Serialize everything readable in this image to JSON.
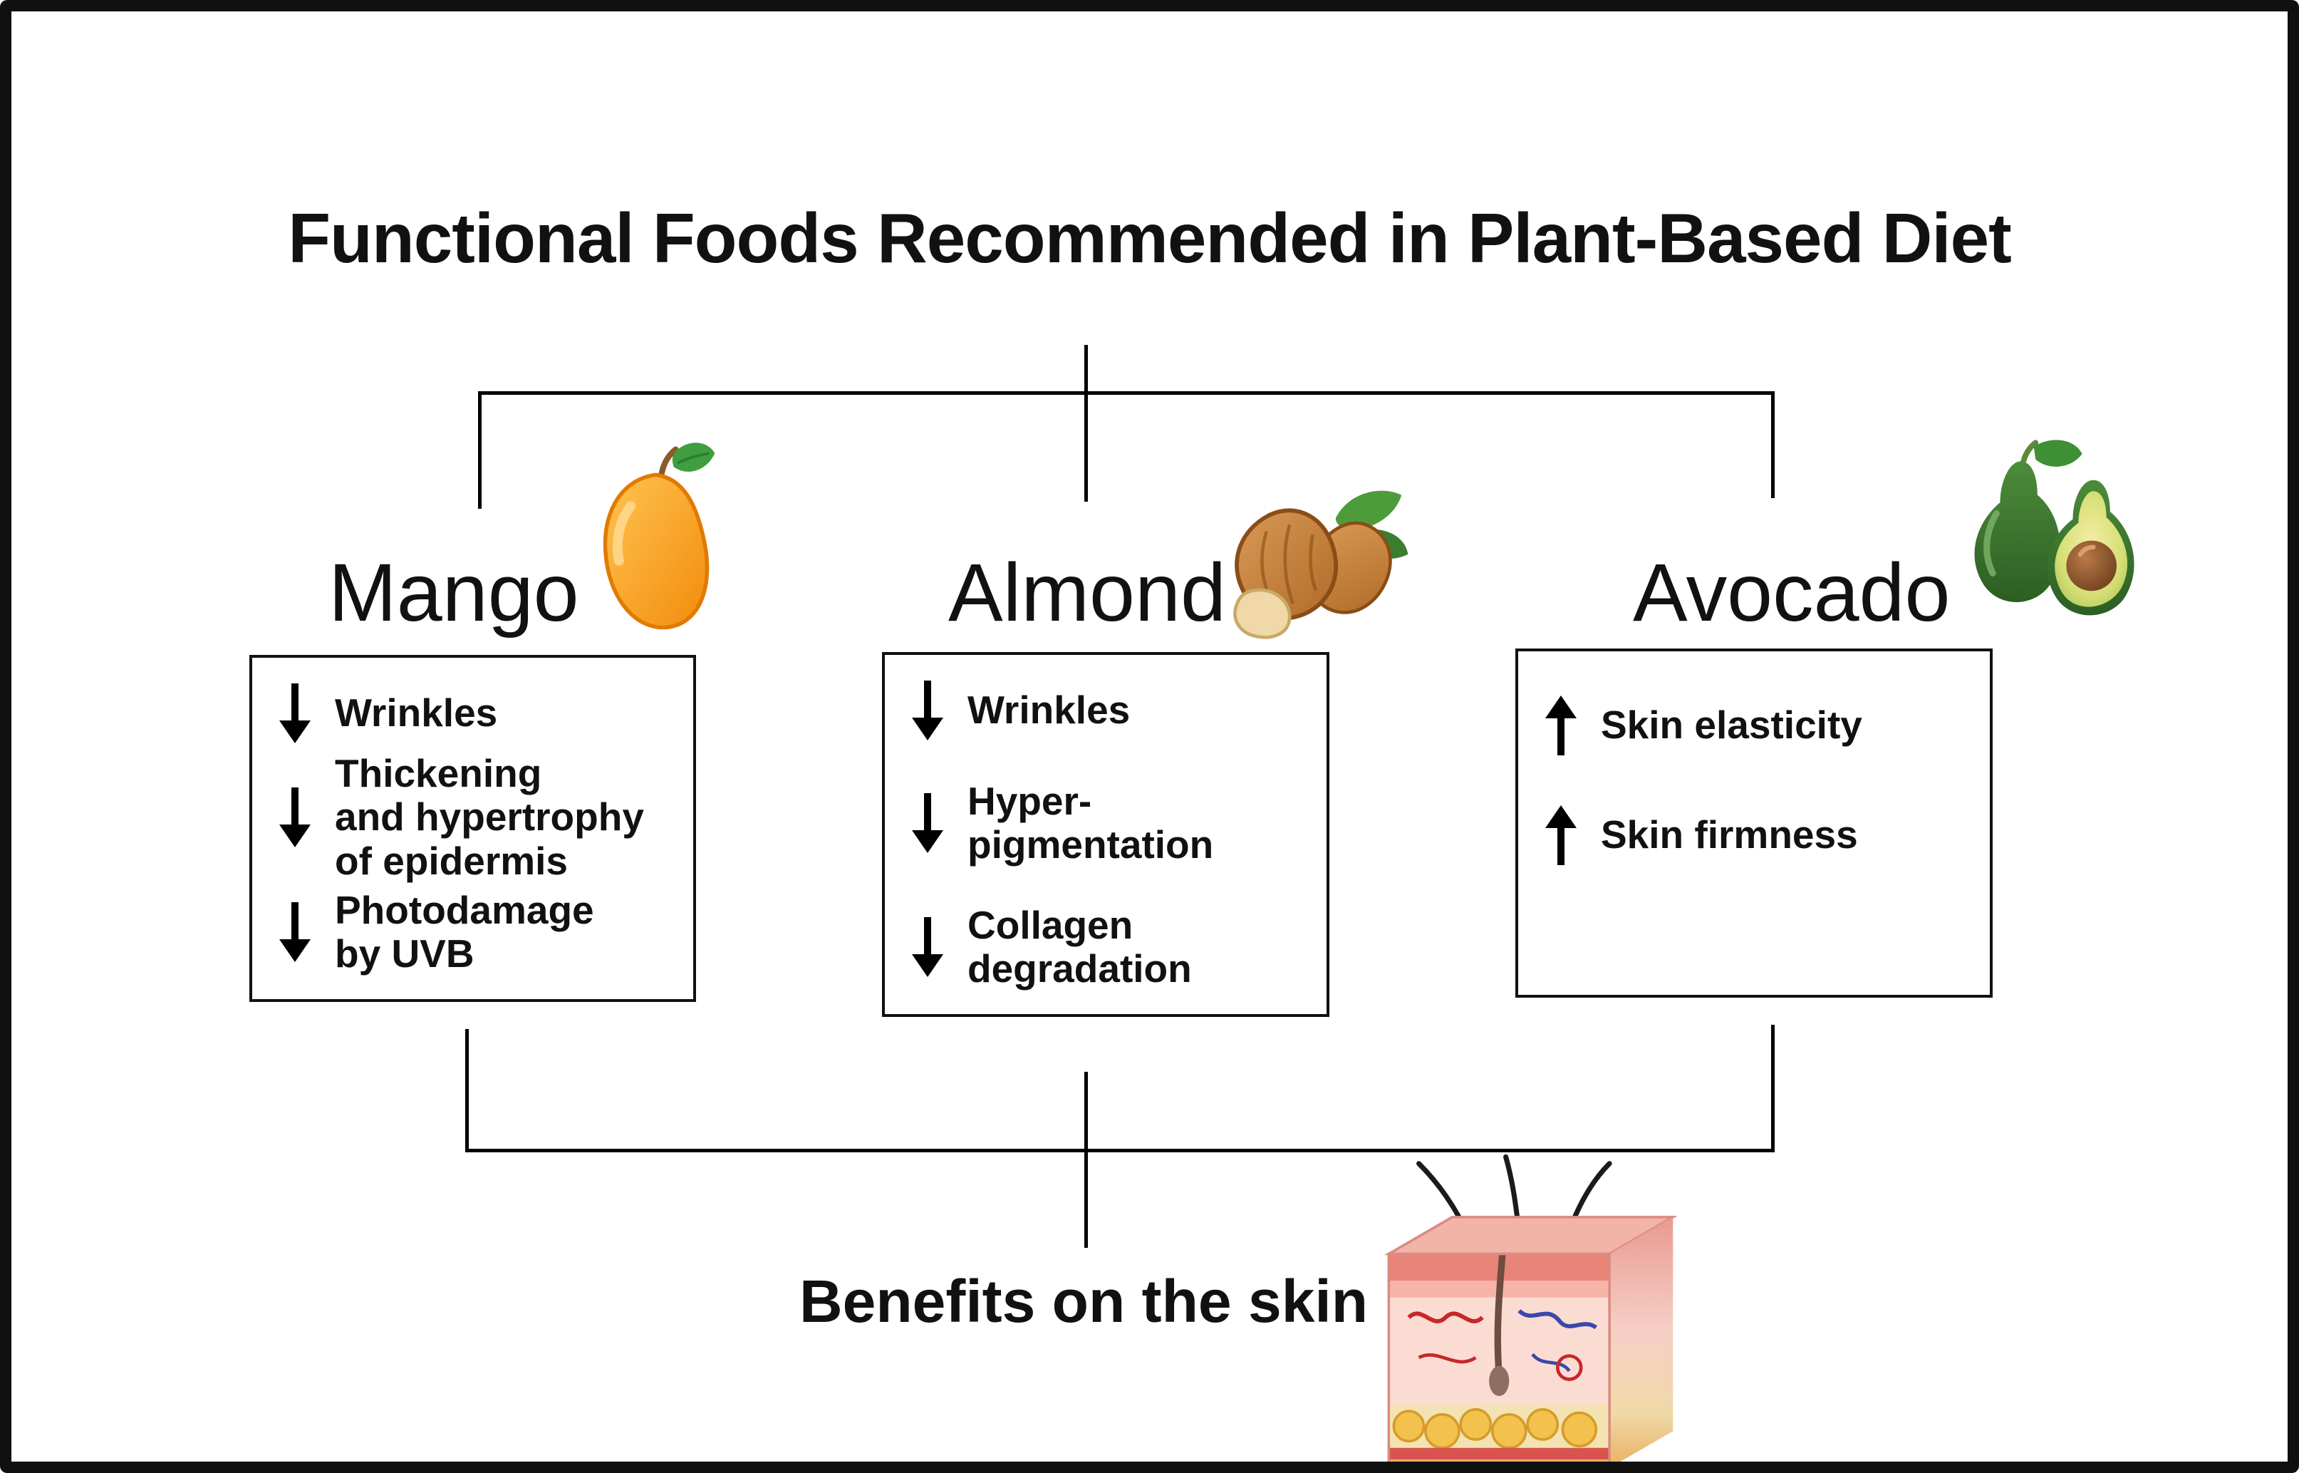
{
  "title": "Functional Foods Recommended in Plant-Based Diet",
  "foods": [
    {
      "name": "Mango",
      "icon": "mango-icon",
      "effects": [
        {
          "direction": "down",
          "label": "Wrinkles"
        },
        {
          "direction": "down",
          "label": "Thickening\nand hypertrophy\nof epidermis"
        },
        {
          "direction": "down",
          "label": "Photodamage\nby UVB"
        }
      ]
    },
    {
      "name": "Almond",
      "icon": "almond-icon",
      "effects": [
        {
          "direction": "down",
          "label": "Wrinkles"
        },
        {
          "direction": "down",
          "label": "Hyper-\npigmentation"
        },
        {
          "direction": "down",
          "label": "Collagen\ndegradation"
        }
      ]
    },
    {
      "name": "Avocado",
      "icon": "avocado-icon",
      "effects": [
        {
          "direction": "up",
          "label": "Skin elasticity"
        },
        {
          "direction": "up",
          "label": "Skin firmness"
        }
      ]
    }
  ],
  "footer": {
    "label": "Benefits on the skin",
    "icon": "skin-cross-section-icon"
  },
  "colors": {
    "frame": "#101010",
    "text": "#111111",
    "mango_orange": "#F59E1B",
    "leaf_green": "#43A047",
    "almond_brown": "#C3793C",
    "avocado_green": "#356B2F",
    "avocado_flesh": "#D5DE74",
    "skin_pink": "#F2B3A9"
  }
}
